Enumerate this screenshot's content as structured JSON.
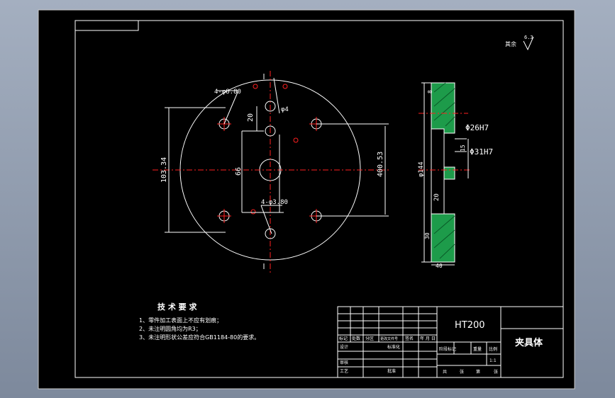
{
  "drawing": {
    "dims": {
      "hole_4x8": "4-φ8.80",
      "dim_20_top": "20",
      "phi4": "φ4",
      "dia_left": "103.34",
      "dim_66": "66",
      "dim_4x38": "4-φ3.80",
      "dia_right": "400.53",
      "side_dia": "φ144",
      "side_20": "20",
      "side_top": "8",
      "side_bottom": "30",
      "side_bottom_width": "40",
      "phi26h7": "Φ26H7",
      "phi31h7": "Φ31H7",
      "dim_15": "15",
      "roughness_note": "其余",
      "roughness_value": "6.3"
    }
  },
  "notes": {
    "title": "技 术 要 求",
    "items": [
      "1、零件加工表面上不应有划痕；",
      "2、未注明圆角均为R3；",
      "3、未注明形状公差应符合GB1184-80的要求。"
    ]
  },
  "title_block": {
    "material": "HT200",
    "part_name": "夹具体",
    "header_row": [
      "标记",
      "处数",
      "分区",
      "更改文件号",
      "签名",
      "年 月 日"
    ],
    "row_design": "设计",
    "row_standard": "标准化",
    "row_review": "审核",
    "row_process": "工艺",
    "row_approve": "批准",
    "stage_cells": [
      "阶段标记",
      "重量",
      "比例"
    ],
    "scale": "1:1",
    "sheet_cells": [
      "共",
      "张",
      "第",
      "张"
    ]
  }
}
